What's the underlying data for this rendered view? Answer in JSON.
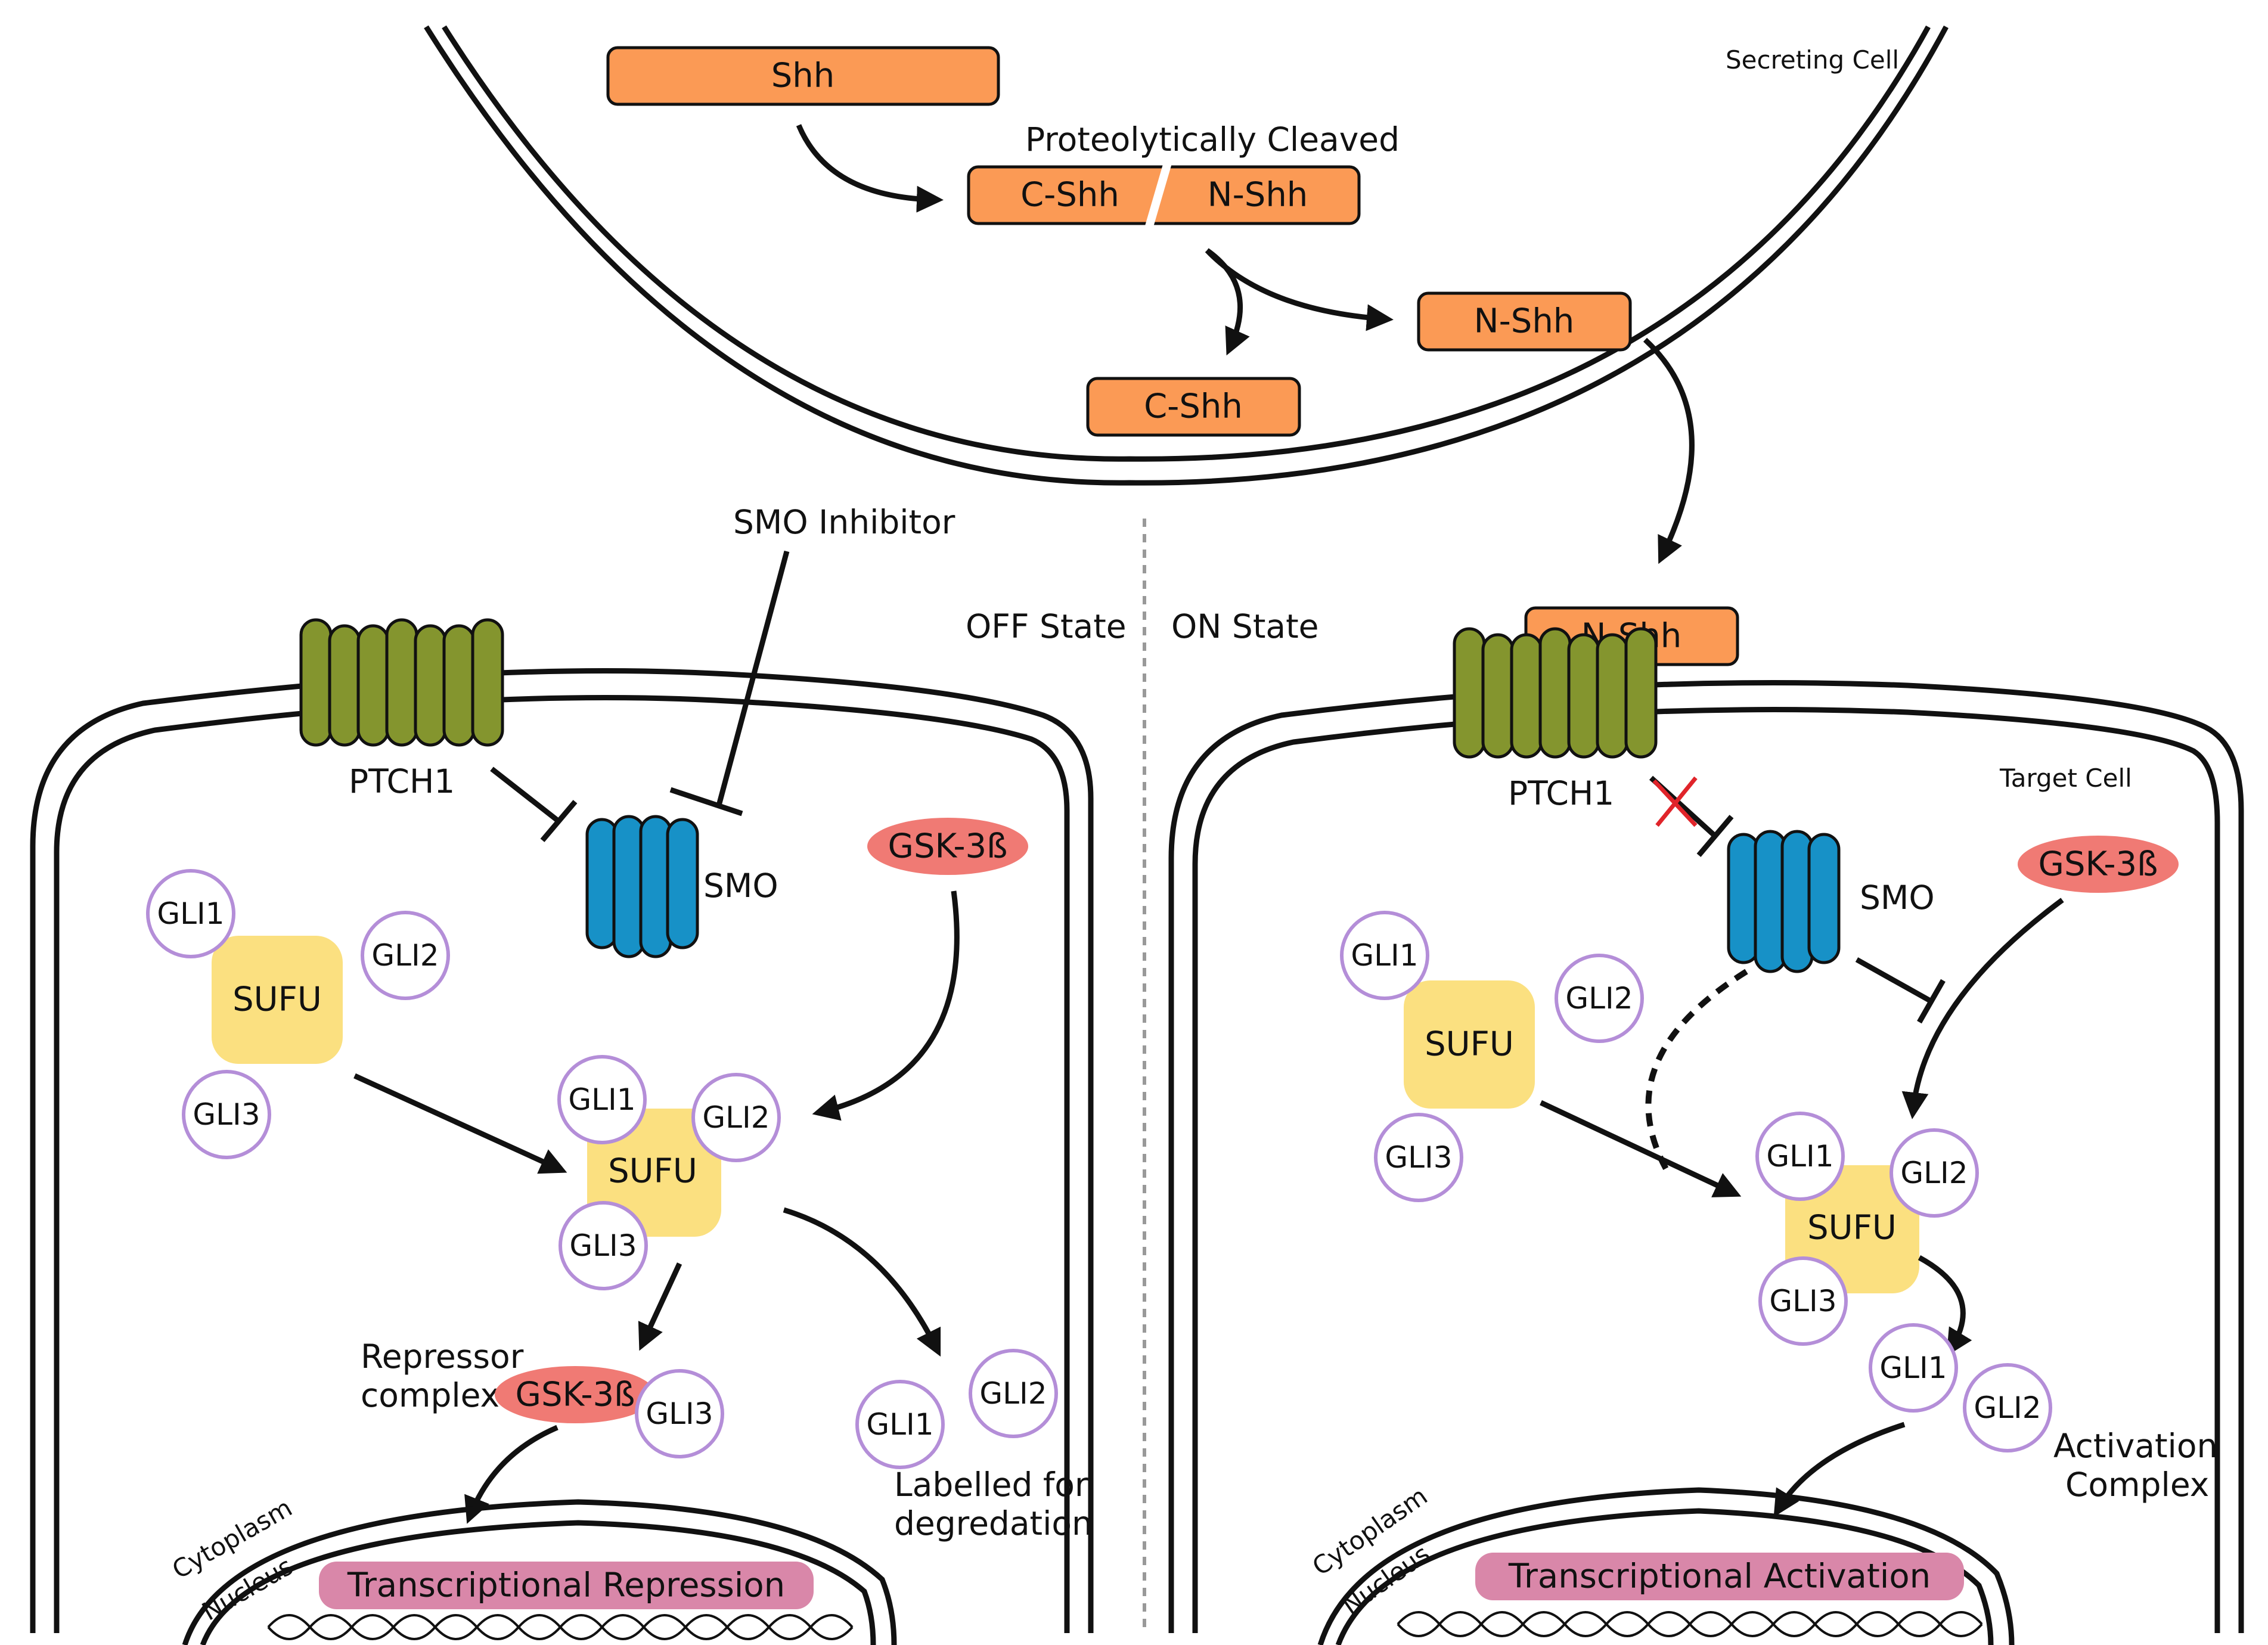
{
  "secreting_cell": {
    "label": "Secreting Cell",
    "shh": "Shh",
    "process_label": "Proteolytically Cleaved",
    "c_shh": "C-Shh",
    "n_shh": "N-Shh"
  },
  "divider": {
    "off_state": "OFF State",
    "on_state": "ON State"
  },
  "off_panel": {
    "smo_inhibitor": "SMO Inhibitor",
    "ptch1": "PTCH1",
    "smo": "SMO",
    "gsk": "GSK-3ß",
    "sufu": "SUFU",
    "gli1": "GLI1",
    "gli2": "GLI2",
    "gli3": "GLI3",
    "repressor_line1": "Repressor",
    "repressor_line2": "complex",
    "degradation_line1": "Labelled for",
    "degradation_line2": "degredation",
    "cytoplasm": "Cytoplasm",
    "nucleus": "Nucleus",
    "transcription": "Transcriptional Repression"
  },
  "on_panel": {
    "target_cell": "Target Cell",
    "n_shh": "N-Shh",
    "ptch1": "PTCH1",
    "smo": "SMO",
    "gsk": "GSK-3ß",
    "sufu": "SUFU",
    "gli1": "GLI1",
    "gli2": "GLI2",
    "gli3": "GLI3",
    "activation_line1": "Activation",
    "activation_line2": "Complex",
    "cytoplasm": "Cytoplasm",
    "nucleus": "Nucleus",
    "transcription": "Transcriptional Activation"
  },
  "colors": {
    "shh": "#fb9a55",
    "ptch1": "#84952e",
    "smo": "#1791c7",
    "gsk": "#f07a74",
    "sufu": "#fbe080",
    "gli_ring": "#b48ed8",
    "transcription": "#d987a9",
    "blocked_cross": "#e0242a"
  }
}
